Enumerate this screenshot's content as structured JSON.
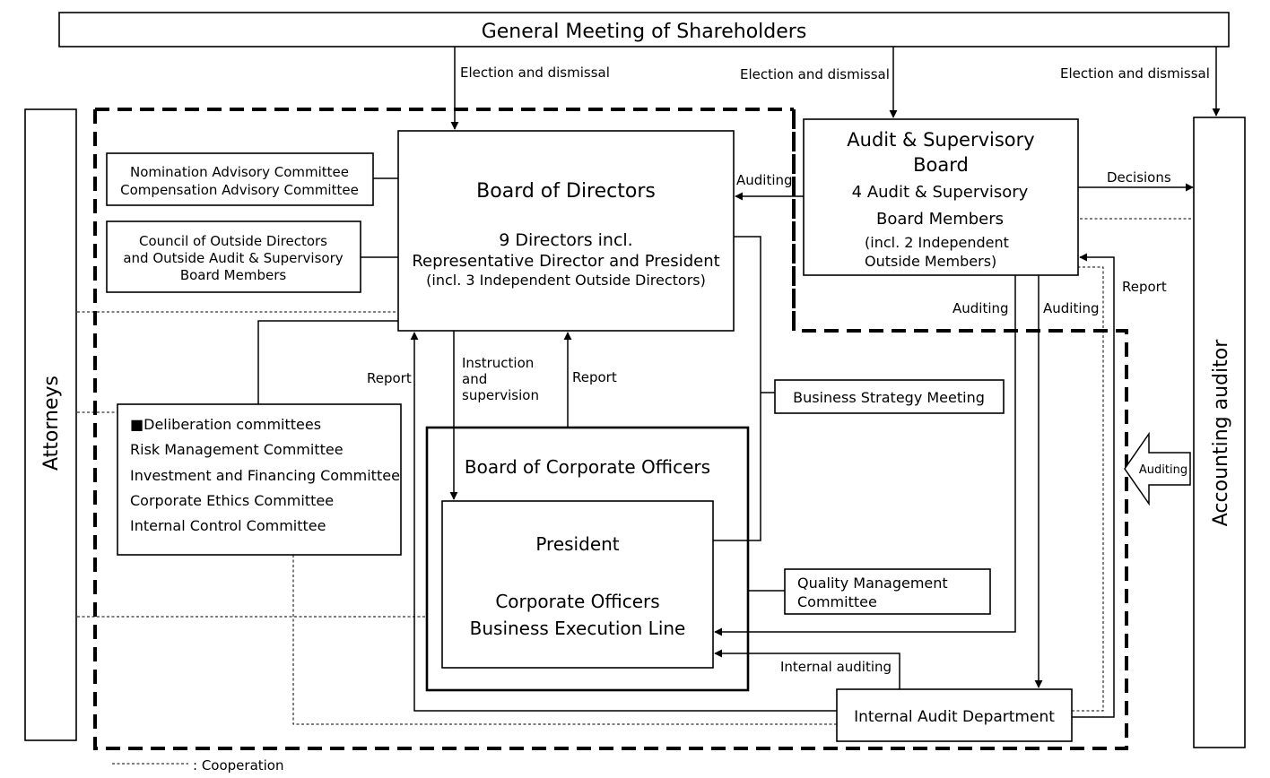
{
  "nodes": {
    "shareholders": "General Meeting of Shareholders",
    "attorneys": "Attorneys",
    "accounting_auditor": "Accounting auditor",
    "board": {
      "title": "Board of Directors",
      "line1": "9 Directors incl.",
      "line2": "Representative Director and President",
      "line3": "(incl. 3 Independent Outside Directors)"
    },
    "asb": {
      "title1": "Audit & Supervisory",
      "title2": "Board",
      "line1": "4 Audit & Supervisory",
      "line2": "Board Members",
      "line3": "(incl. 2 Independent",
      "line4": "Outside Members)"
    },
    "nomination": {
      "line1": "Nomination Advisory Committee",
      "line2": "Compensation Advisory Committee"
    },
    "council": {
      "line1": "Council of Outside Directors",
      "line2": "and Outside Audit & Supervisory",
      "line3": "Board Members"
    },
    "deliberation": {
      "heading": "■Deliberation committees",
      "items": [
        "Risk Management Committee",
        "Investment and Financing Committee",
        "Corporate Ethics Committee",
        "Internal Control Committee"
      ]
    },
    "officers_board": "Board of Corporate Officers",
    "president": {
      "title": "President",
      "line1": "Corporate Officers",
      "line2": "Business Execution Line"
    },
    "business_strategy": "Business Strategy Meeting",
    "quality": {
      "line1": "Quality Management",
      "line2": "Committee"
    },
    "internal_audit": "Internal Audit Department"
  },
  "edge_labels": {
    "election_1": "Election and dismissal",
    "election_2": "Election and dismissal",
    "election_3": "Election and dismissal",
    "auditing_board": "Auditing",
    "decisions": "Decisions",
    "report_accounting": "Report",
    "auditing_left": "Auditing",
    "auditing_right": "Auditing",
    "report_left": "Report",
    "instruction_1": "Instruction",
    "instruction_2": "and",
    "instruction_3": "supervision",
    "report_up": "Report",
    "auditing_hollow": "Auditing",
    "internal_auditing": "Internal auditing"
  },
  "legend": {
    "cooperation": ": Cooperation"
  }
}
